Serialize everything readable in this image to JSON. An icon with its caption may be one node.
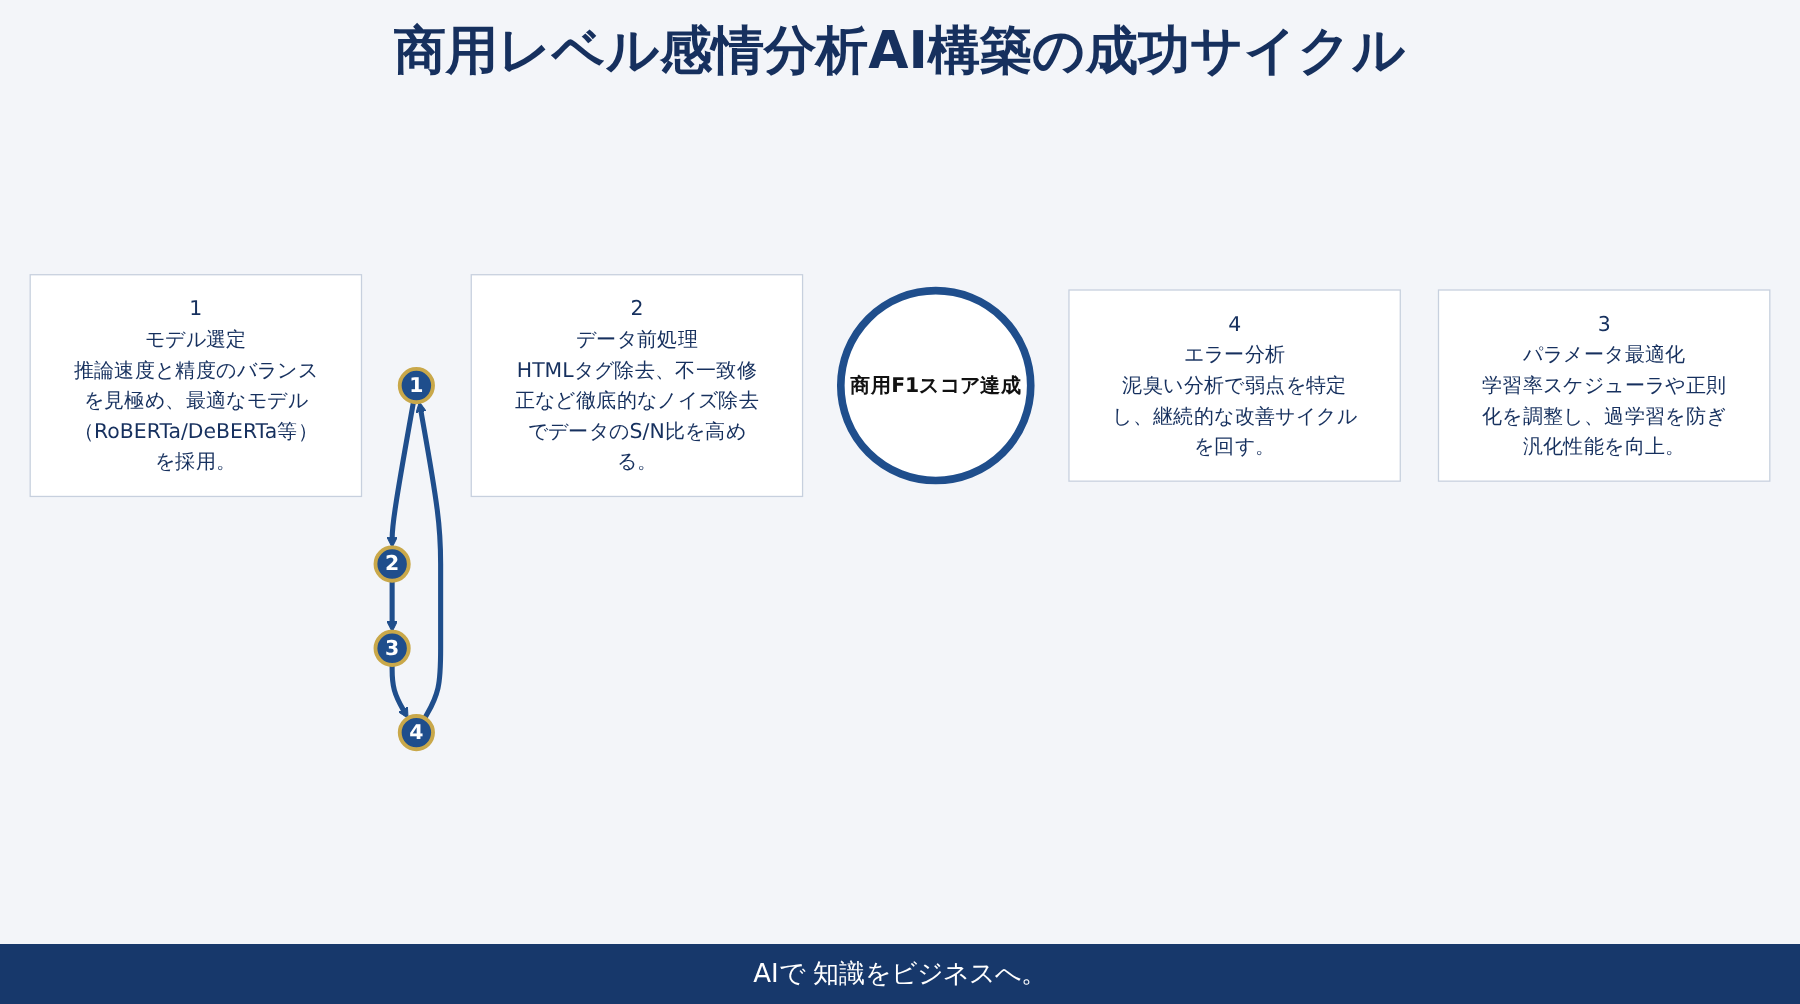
{
  "diagram": {
    "title": "商用レベル感情分析AI構築の成功サイクル",
    "nodes": [
      {
        "text": [
          "1",
          "モデル選定",
          "推論速度と精度のバランスを見極め、最適なモデル（RoBERTa/DeBERTa等）を採用。"
        ]
      },
      {
        "text": [
          "1"
        ]
      },
      {
        "text": [
          "2"
        ]
      },
      {
        "text": [
          "2",
          "データ前処理",
          "HTMLタグ除去、不一致修正など徹底的なノイズ除去でデータのS/N比を高める。"
        ]
      },
      {
        "text": [
          "商用F1スコア達成"
        ]
      },
      {
        "text": [
          "4",
          "エラー分析",
          "泥臭い分析で弱点を特定し、継続的な改善サイクルを回す。"
        ]
      },
      {
        "text": [
          "4"
        ]
      },
      {
        "text": [
          "3"
        ]
      },
      {
        "text": [
          "3",
          "パラメータ最適化",
          "学習率スケジューラや正則化を調整し、過学習を防ぎ汎化性能を向上。"
        ]
      }
    ],
    "edges": [
      {
        "from": 1,
        "to": 2,
        "arrow": "to"
      },
      {
        "from": 2,
        "to": 7,
        "arrow": "to"
      },
      {
        "from": 7,
        "to": 6,
        "arrow": "to"
      },
      {
        "from": 6,
        "to": 1,
        "arrow": "to"
      }
    ],
    "labels": [
      "AIで 知識をビジネスへ。"
    ]
  }
}
